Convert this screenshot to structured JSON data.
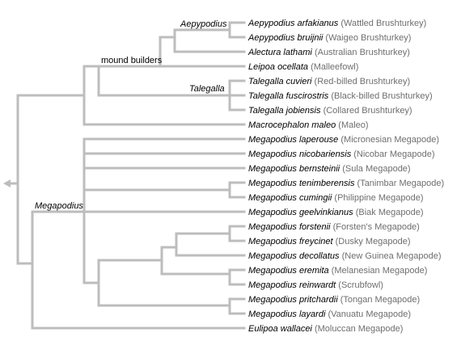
{
  "clades": {
    "aepypodius": "Aepypodius",
    "mound_builders": "mound builders",
    "talegalla": "Talegalla",
    "megapodius": "Megapodius"
  },
  "taxa": [
    {
      "sci": "Aepypodius arfakianus",
      "common": "(Wattled Brushturkey)"
    },
    {
      "sci": "Aepypodius bruijnii",
      "common": "(Waigeo Brushturkey)"
    },
    {
      "sci": "Alectura lathami",
      "common": "(Australian Brushturkey)"
    },
    {
      "sci": "Leipoa ocellata",
      "common": "(Malleefowl)"
    },
    {
      "sci": "Talegalla cuvieri",
      "common": "(Red-billed Brushturkey)"
    },
    {
      "sci": "Talegalla fuscirostris",
      "common": "(Black-billed Brushturkey)"
    },
    {
      "sci": "Talegalla jobiensis",
      "common": "(Collared Brushturkey)"
    },
    {
      "sci": "Macrocephalon maleo",
      "common": "(Maleo)"
    },
    {
      "sci": "Megapodius laperouse",
      "common": "(Micronesian Megapode)"
    },
    {
      "sci": "Megapodius nicobariensis",
      "common": "(Nicobar Megapode)"
    },
    {
      "sci": "Megapodius bernsteinii",
      "common": "(Sula Megapode)"
    },
    {
      "sci": "Megapodius tenimberensis",
      "common": "(Tanimbar Megapode)"
    },
    {
      "sci": "Megapodius cumingii",
      "common": "(Philippine Megapode)"
    },
    {
      "sci": "Megapodius geelvinkianus",
      "common": "(Biak Megapode)"
    },
    {
      "sci": "Megapodius forstenii",
      "common": "(Forsten's Megapode)"
    },
    {
      "sci": "Megapodius freycinet",
      "common": "(Dusky Megapode)"
    },
    {
      "sci": "Megapodius decollatus",
      "common": "(New Guinea Megapode)"
    },
    {
      "sci": "Megapodius eremita",
      "common": "(Melanesian Megapode)"
    },
    {
      "sci": "Megapodius reinwardt",
      "common": "(Scrubfowl)"
    },
    {
      "sci": "Megapodius pritchardii",
      "common": "(Tongan Megapode)"
    },
    {
      "sci": "Megapodius layardi",
      "common": "(Vanuatu Megapode)"
    },
    {
      "sci": "Eulipoa wallacei",
      "common": "(Moluccan Megapode)"
    }
  ],
  "colors": {
    "branch": "#bdbdbd",
    "common_name": "#6e6e6e"
  }
}
